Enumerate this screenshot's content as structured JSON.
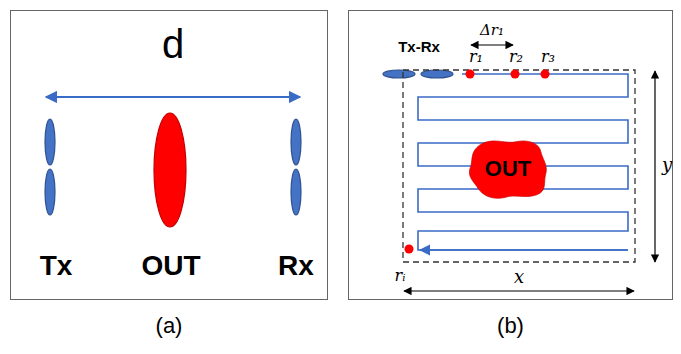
{
  "diagram": {
    "nodes": [
      {
        "text": [
          "(a)"
        ]
      },
      {
        "text": [
          "(b)"
        ]
      },
      {
        "text": [
          "OUT"
        ],
        "in": 1
      }
    ],
    "labels": [
      "d",
      "Tx",
      "OUT",
      "Rx",
      "Tx-Rx",
      "Δr₁",
      "r₁",
      "r₂",
      "r₃",
      "y",
      "rᵢ",
      "x"
    ]
  }
}
